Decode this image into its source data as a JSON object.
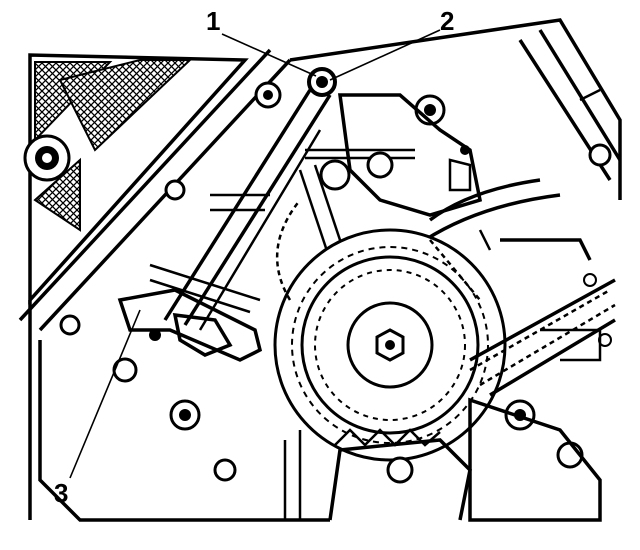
{
  "callouts": [
    {
      "id": "1",
      "text": "1"
    },
    {
      "id": "2",
      "text": "2"
    },
    {
      "id": "3",
      "text": "3"
    }
  ],
  "colors": {
    "ink": "#000000",
    "paper": "#ffffff"
  }
}
